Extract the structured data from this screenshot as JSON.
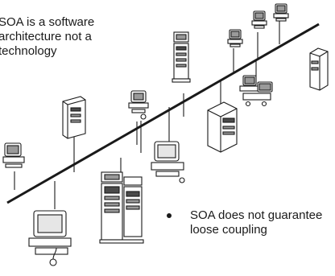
{
  "captions": {
    "top_left": [
      "SOA is a software",
      "architecture not a",
      "technology"
    ],
    "bottom_right": [
      "SOA does not guarantee",
      "loose coupling"
    ]
  },
  "network": {
    "backbone": "network-bus-line",
    "nodes": [
      {
        "name": "workstation-left",
        "icon": "desktop-computer-icon"
      },
      {
        "name": "tower-server-1",
        "icon": "server-tower-icon"
      },
      {
        "name": "small-desktop-1",
        "icon": "desktop-computer-icon"
      },
      {
        "name": "tower-server-2",
        "icon": "server-tower-icon"
      },
      {
        "name": "workstation-top-1",
        "icon": "desktop-computer-icon"
      },
      {
        "name": "workstation-top-2",
        "icon": "desktop-computer-icon"
      },
      {
        "name": "workstation-top-3",
        "icon": "desktop-computer-icon"
      },
      {
        "name": "rack-server-right",
        "icon": "rack-server-icon"
      },
      {
        "name": "mini-computer",
        "icon": "computer-cluster-icon"
      },
      {
        "name": "server-tower-center",
        "icon": "server-tower-icon"
      },
      {
        "name": "desktop-center",
        "icon": "desktop-computer-icon"
      },
      {
        "name": "mainframe-pair",
        "icon": "mainframe-icon"
      },
      {
        "name": "large-desktop",
        "icon": "desktop-computer-icon"
      }
    ]
  },
  "colors": {
    "line": "#1a1a1a",
    "fill": "#ffffff",
    "shade": "#9a9a9a",
    "dark": "#4a4a4a"
  }
}
